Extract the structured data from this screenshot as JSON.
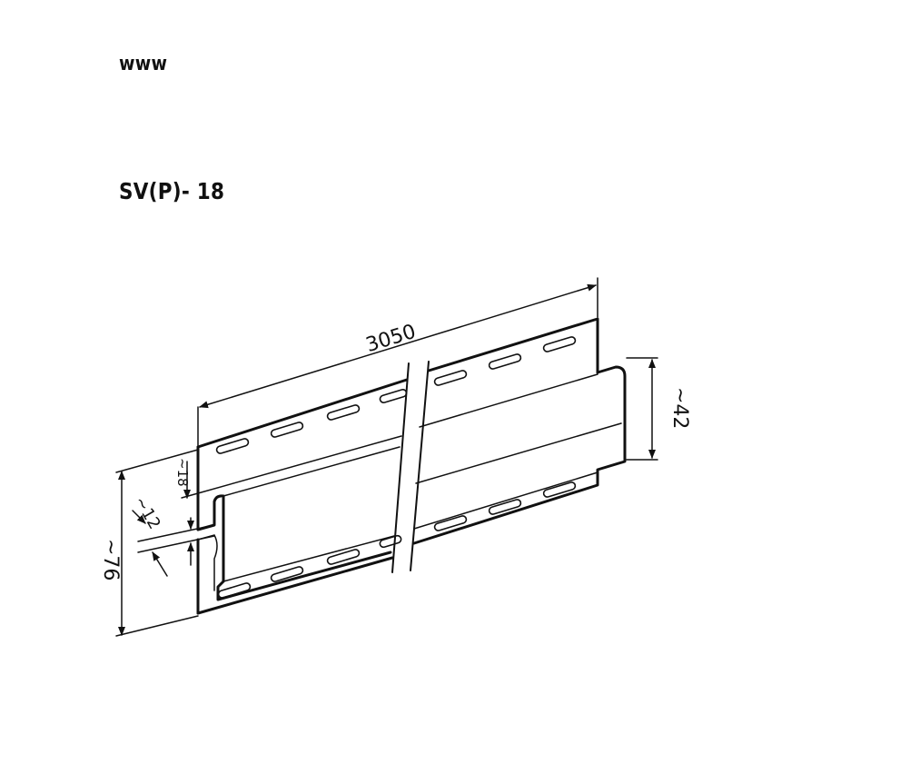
{
  "header": {
    "site_label": "www",
    "product_code": "SV(P)- 18"
  },
  "drawing": {
    "dimensions": {
      "length": "3050",
      "width": "~42",
      "total_height": "~76",
      "upper_offset": "~18",
      "gap": "~12"
    }
  }
}
